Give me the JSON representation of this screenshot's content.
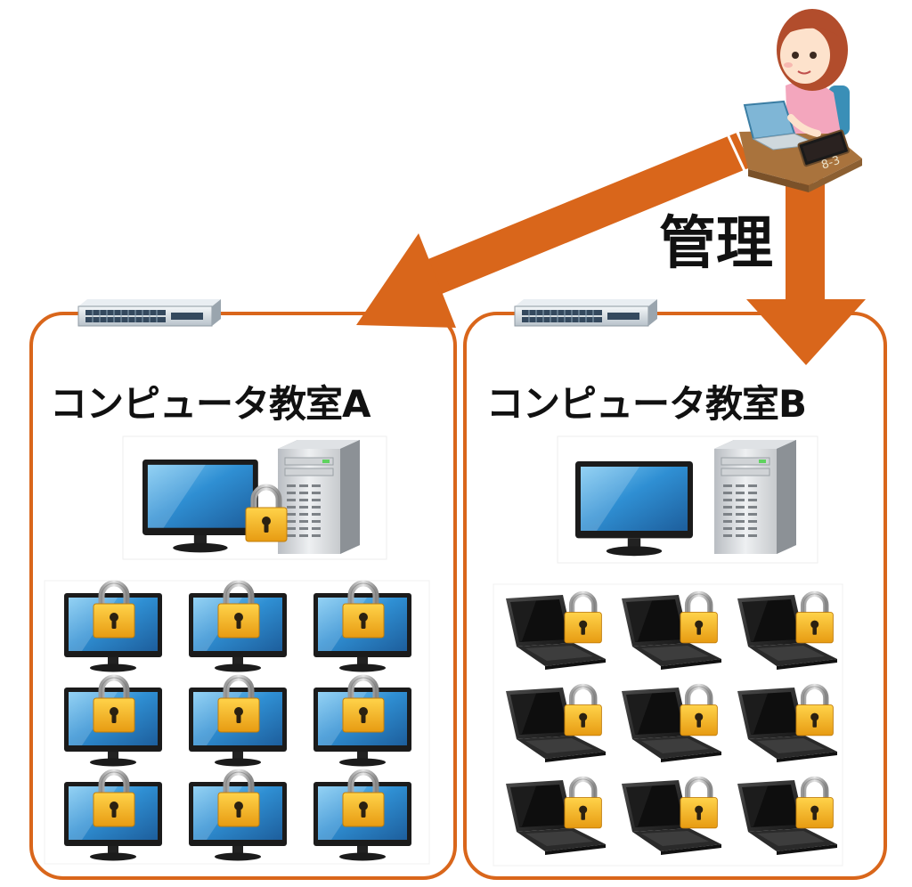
{
  "diagram": {
    "admin_label": "管理",
    "admin_screen_text": "8-3",
    "rooms": [
      {
        "id": "A",
        "title": "コンピュータ教室A",
        "server_locked": true,
        "client_type": "desktop-monitor",
        "client_count": 9,
        "clients_locked": true
      },
      {
        "id": "B",
        "title": "コンピュータ教室B",
        "server_locked": false,
        "client_type": "laptop",
        "client_count": 9,
        "clients_locked": true
      }
    ],
    "colors": {
      "accent": "#d9661b",
      "room_border": "#d9661b",
      "monitor_blue": "#2e8ed0",
      "lock_gold": "#f2b31b",
      "laptop_dark": "#2a2a2a"
    },
    "icons": [
      "admin-person-icon",
      "network-switch-icon",
      "monitor-icon",
      "server-tower-icon",
      "padlock-icon",
      "laptop-icon"
    ]
  }
}
